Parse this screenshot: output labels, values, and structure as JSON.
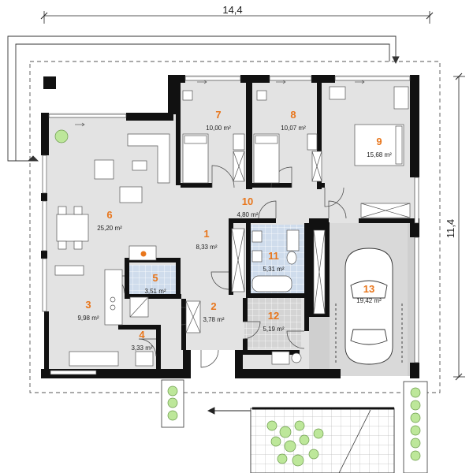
{
  "dimensions": {
    "width": "14,4",
    "height": "11,4"
  },
  "rooms": [
    {
      "number": "1",
      "area": "8,33 m²"
    },
    {
      "number": "2",
      "area": "3,78 m²"
    },
    {
      "number": "3",
      "area": "9,98 m²"
    },
    {
      "number": "4",
      "area": "3,33 m²"
    },
    {
      "number": "5",
      "area": "3,51 m²"
    },
    {
      "number": "6",
      "area": "25,20 m²"
    },
    {
      "number": "7",
      "area": "10,00 m²"
    },
    {
      "number": "8",
      "area": "10,07 m²"
    },
    {
      "number": "9",
      "area": "15,68 m²"
    },
    {
      "number": "10",
      "area": "4,80 m²"
    },
    {
      "number": "11",
      "area": "5,31 m²"
    },
    {
      "number": "12",
      "area": "5,19 m²"
    },
    {
      "number": "13",
      "area": "19,42 m²"
    }
  ],
  "colors": {
    "wall": "#111111",
    "floor": "#e3e3e3",
    "bathroom": "#cfdcec",
    "garage": "#cfcfcf",
    "room_number": "#e8761c",
    "plant": "#bde79a"
  }
}
